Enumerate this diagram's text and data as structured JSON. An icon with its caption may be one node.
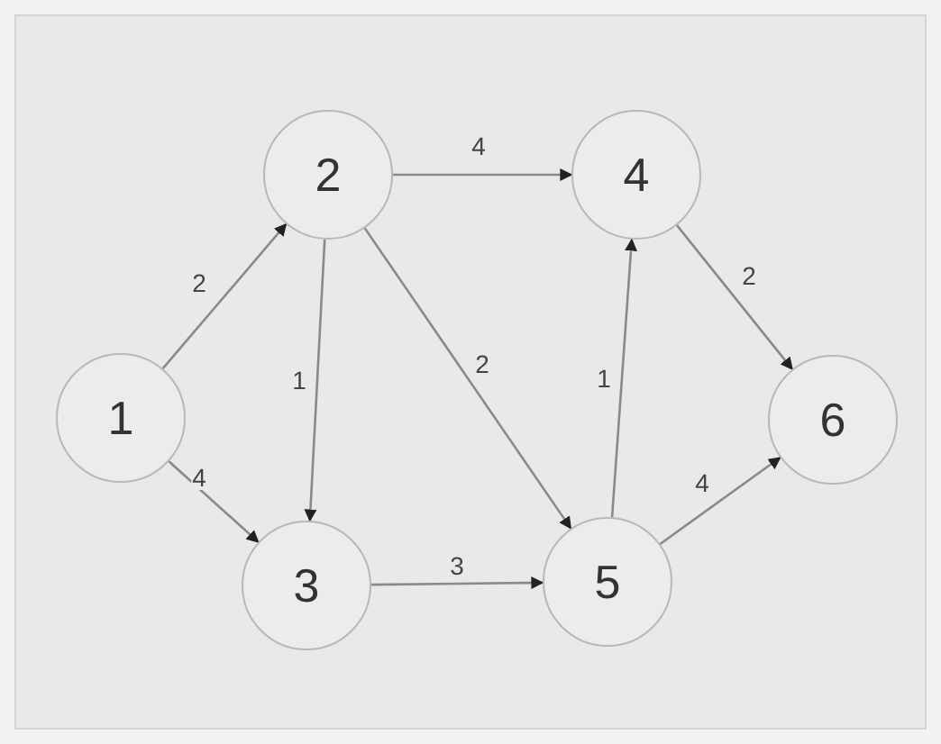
{
  "diagram": {
    "nodes": [
      {
        "text": [
          "1"
        ]
      },
      {
        "text": [
          "2"
        ]
      },
      {
        "text": [
          "3"
        ]
      },
      {
        "text": [
          "4"
        ]
      },
      {
        "text": [
          "5"
        ]
      },
      {
        "text": [
          "6"
        ]
      }
    ],
    "edges": [
      {
        "from": 0,
        "to": 1,
        "arrow": "to",
        "label": "2"
      },
      {
        "from": 0,
        "to": 2,
        "arrow": "to",
        "label": "4"
      },
      {
        "from": 1,
        "to": 3,
        "arrow": "to",
        "label": "4"
      },
      {
        "from": 1,
        "to": 2,
        "arrow": "to",
        "label": "1"
      },
      {
        "from": 1,
        "to": 4,
        "arrow": "to",
        "label": "2"
      },
      {
        "from": 2,
        "to": 4,
        "arrow": "to",
        "label": "3"
      },
      {
        "from": 4,
        "to": 3,
        "arrow": "to",
        "label": "1"
      },
      {
        "from": 3,
        "to": 5,
        "arrow": "to",
        "label": "2"
      },
      {
        "from": 4,
        "to": 5,
        "arrow": "to",
        "label": "4"
      }
    ]
  }
}
